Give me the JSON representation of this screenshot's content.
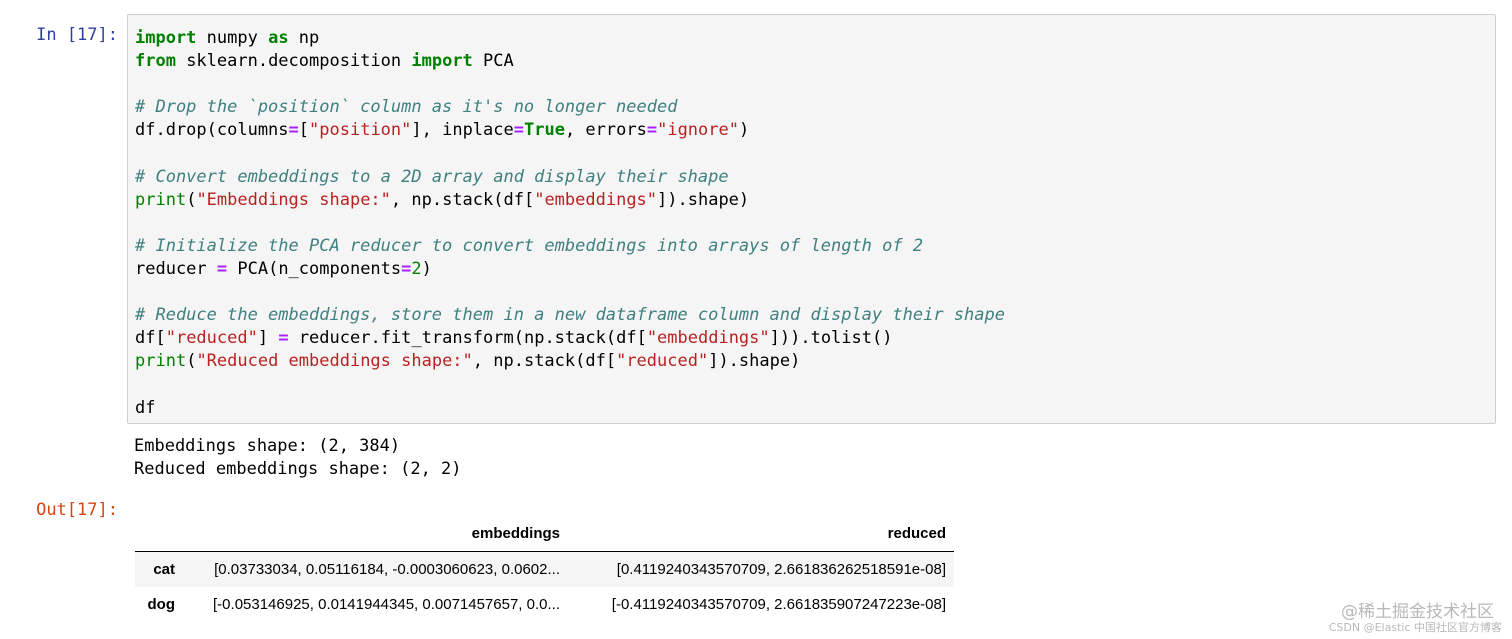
{
  "input_prompt": "In [17]:",
  "output_prompt": "Out[17]:",
  "code": {
    "l1_kw": "import",
    "l1_mod": " numpy ",
    "l1_as": "as",
    "l1_alias": " np",
    "l2_from": "from",
    "l2_mod": " sklearn.decomposition ",
    "l2_import": "import",
    "l2_name": " PCA",
    "c1": "# Drop the `position` column as it's no longer needed",
    "l4_a": "df.drop(columns",
    "l4_eq1": "=",
    "l4_b": "[",
    "l4_s1": "\"position\"",
    "l4_c": "], inplace",
    "l4_eq2": "=",
    "l4_true": "True",
    "l4_d": ", errors",
    "l4_eq3": "=",
    "l4_s2": "\"ignore\"",
    "l4_e": ")",
    "c2": "# Convert embeddings to a 2D array and display their shape",
    "l6_print": "print",
    "l6_a": "(",
    "l6_s1": "\"Embeddings shape:\"",
    "l6_b": ", np.stack(df[",
    "l6_s2": "\"embeddings\"",
    "l6_c": "]).shape)",
    "c3": "# Initialize the PCA reducer to convert embeddings into arrays of length of 2",
    "l8_a": "reducer ",
    "l8_eq": "=",
    "l8_b": " PCA(n_components",
    "l8_eq2": "=",
    "l8_num": "2",
    "l8_c": ")",
    "c4": "# Reduce the embeddings, store them in a new dataframe column and display their shape",
    "l10_a": "df[",
    "l10_s1": "\"reduced\"",
    "l10_b": "] ",
    "l10_eq": "=",
    "l10_c": " reducer.fit_transform(np.stack(df[",
    "l10_s2": "\"embeddings\"",
    "l10_d": "])).tolist()",
    "l11_print": "print",
    "l11_a": "(",
    "l11_s1": "\"Reduced embeddings shape:\"",
    "l11_b": ", np.stack(df[",
    "l11_s2": "\"reduced\"",
    "l11_c": "]).shape)",
    "l13": "df"
  },
  "stdout": [
    "Embeddings shape: (2, 384)",
    "Reduced embeddings shape: (2, 2)"
  ],
  "dataframe": {
    "columns": [
      "",
      "embeddings",
      "reduced"
    ],
    "rows": [
      {
        "index": "cat",
        "embeddings": "[0.03733034, 0.05116184, -0.0003060623, 0.0602...",
        "reduced": "[0.4119240343570709, 2.661836262518591e-08]"
      },
      {
        "index": "dog",
        "embeddings": "[-0.053146925, 0.0141944345, 0.0071457657, 0.0...",
        "reduced": "[-0.4119240343570709, 2.661835907247223e-08]"
      }
    ]
  },
  "watermark": {
    "line1": "@稀土掘金技术社区",
    "line2": "CSDN @Elastic 中国社区官方博客"
  }
}
